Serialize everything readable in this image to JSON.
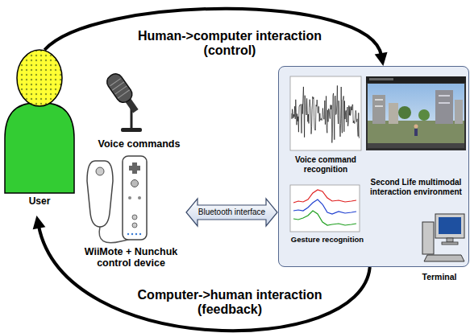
{
  "diagram": {
    "nodes": [
      {
        "text": [
          "User"
        ]
      },
      {
        "text": [
          "Voice commands"
        ]
      },
      {
        "text": [
          "WiiMote + Nunchuk control device"
        ]
      },
      {
        "text": [
          "Terminal"
        ]
      },
      {
        "text": [
          "Voice command recognition"
        ],
        "in": 3
      },
      {
        "text": [
          "Second Life multimodal interaction environment"
        ],
        "in": 3
      },
      {
        "text": [
          "Gesture recognition"
        ],
        "in": 3
      }
    ],
    "edges": [
      {
        "from": 0,
        "to": 3,
        "arrow": "to",
        "label": "Human->computer interaction (control)"
      },
      {
        "from": 3,
        "to": 0,
        "arrow": "to",
        "label": "Computer->human interaction (feedback)"
      },
      {
        "from": 2,
        "to": 3,
        "arrow": "both",
        "label": "Bluetooth interface"
      }
    ]
  }
}
